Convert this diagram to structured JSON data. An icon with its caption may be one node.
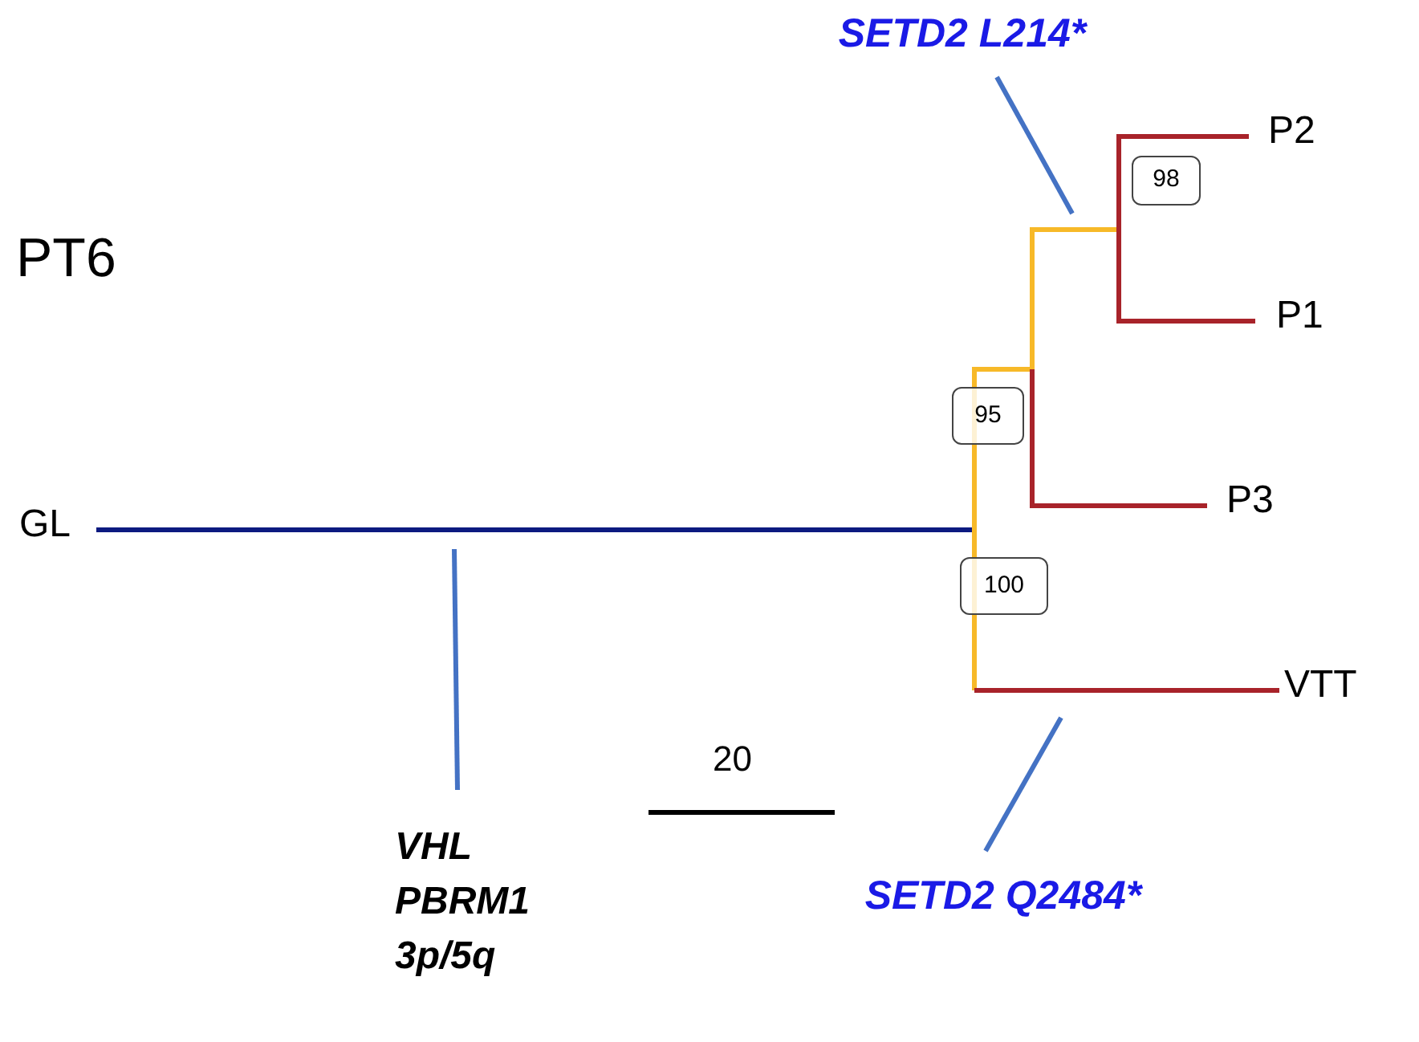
{
  "diagram": {
    "title": "PT6",
    "nodes": [
      {
        "text": [
          "SETD2 L214*"
        ]
      },
      {
        "text": [
          "VHL",
          "PBRM1",
          "3p/5q"
        ]
      },
      {
        "text": [
          "SETD2 Q2484*"
        ]
      },
      {
        "text": [
          "98"
        ]
      },
      {
        "text": [
          "95"
        ]
      },
      {
        "text": [
          "100"
        ]
      }
    ],
    "edges": [
      {
        "from": 0,
        "to": null,
        "arrow": "none"
      },
      {
        "from": 1,
        "to": null,
        "arrow": "none"
      },
      {
        "from": 2,
        "to": null,
        "arrow": "none"
      }
    ],
    "labels": [
      "P2",
      "P1",
      "P3",
      "GL",
      "VTT",
      "20"
    ]
  }
}
